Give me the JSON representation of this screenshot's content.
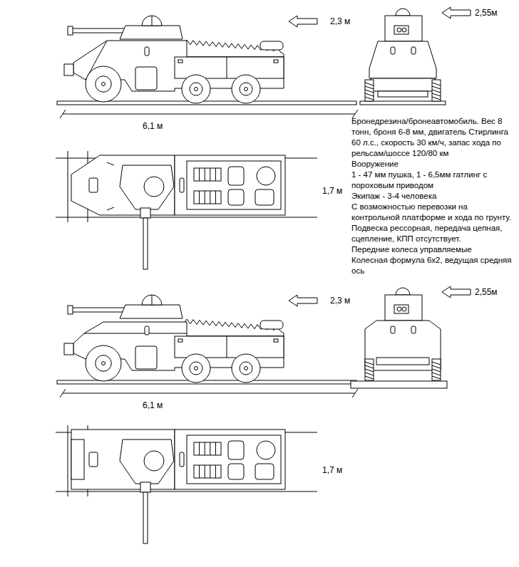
{
  "diagram": {
    "labels": [
      "2,3 м",
      "2,55м",
      "6,1 м",
      "1,7 м",
      "Бронедрезина/бронеавтомобиль. Вес 8 тонн, броня 6-8 мм, двигатель Стирлинга 60 л.с., скорость 30 км/ч, запас хода по рельсам/шоссе 120/80 км",
      "Вооружение",
      "1 - 47 мм пушка, 1 - 6,5мм гатлинг с пороховым приводом",
      "Экипаж - 3-4 человека",
      "С возможностью перевозки на контрольной платформе и хода по грунту. Подвеска рессорная, передача цепная, сцепление, КПП отсутствует.",
      "Передние колеса управляемые",
      "Колесная формула 6х2, ведущая средняя ось",
      "2,3 м",
      "2,55м",
      "6,1 м",
      "1,7 м"
    ]
  }
}
